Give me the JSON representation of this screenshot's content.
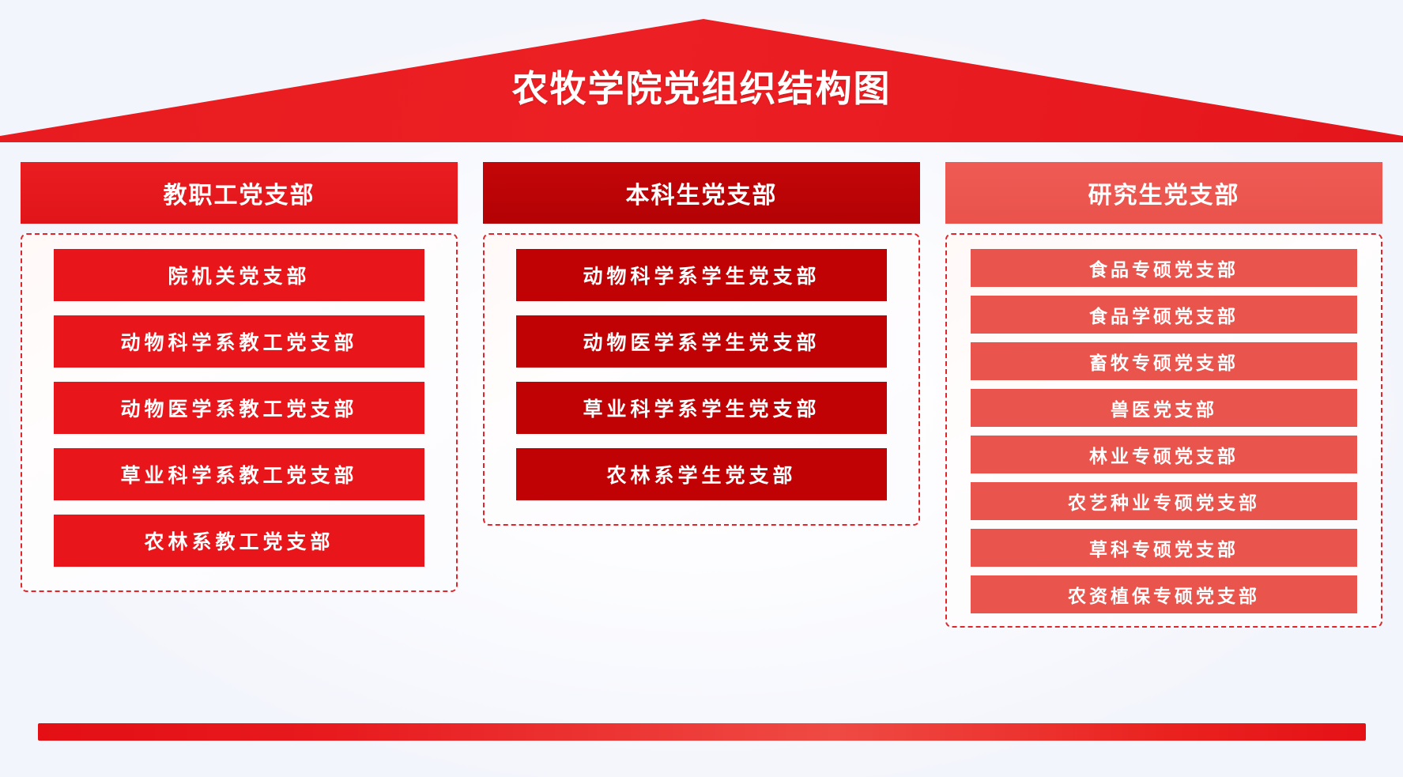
{
  "header": {
    "title": "农牧学院党组织结构图",
    "roof_color": "#e8161a"
  },
  "colors": {
    "accent_red": "#e8161a",
    "dark_red": "#c00205",
    "light_red": "#e9544d",
    "dashed_border": "#e2252b",
    "background": "#f2f4fb"
  },
  "columns": [
    {
      "header": "教职工党支部",
      "items": [
        "院机关党支部",
        "动物科学系教工党支部",
        "动物医学系教工党支部",
        "草业科学系教工党支部",
        "农林系教工党支部"
      ]
    },
    {
      "header": "本科生党支部",
      "items": [
        "动物科学系学生党支部",
        "动物医学系学生党支部",
        "草业科学系学生党支部",
        "农林系学生党支部"
      ]
    },
    {
      "header": "研究生党支部",
      "items": [
        "食品专硕党支部",
        "食品学硕党支部",
        "畜牧专硕党支部",
        "兽医党支部",
        "林业专硕党支部",
        "农艺种业专硕党支部",
        "草科专硕党支部",
        "农资植保专硕党支部"
      ]
    }
  ]
}
